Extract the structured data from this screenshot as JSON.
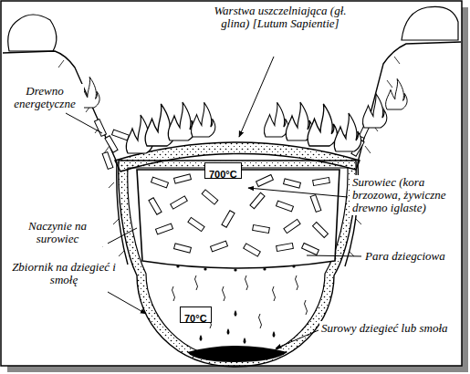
{
  "diagram": {
    "nodes": [
      {
        "text": [
          "700°C"
        ]
      },
      {
        "text": [
          "70°C"
        ]
      }
    ],
    "labels": [
      "Warstwa uszczelniająca (gł. glina) [Lutum Sapientie]",
      "Drewno energetyczne",
      "Surowiec (kora brzozowa, żywiczne drewno iglaste)",
      "Naczynie na surowiec",
      "Para dziegciowa",
      "Zbiornik na dziegieć i smołę",
      "Surowy dziegieć lub smoła"
    ]
  }
}
